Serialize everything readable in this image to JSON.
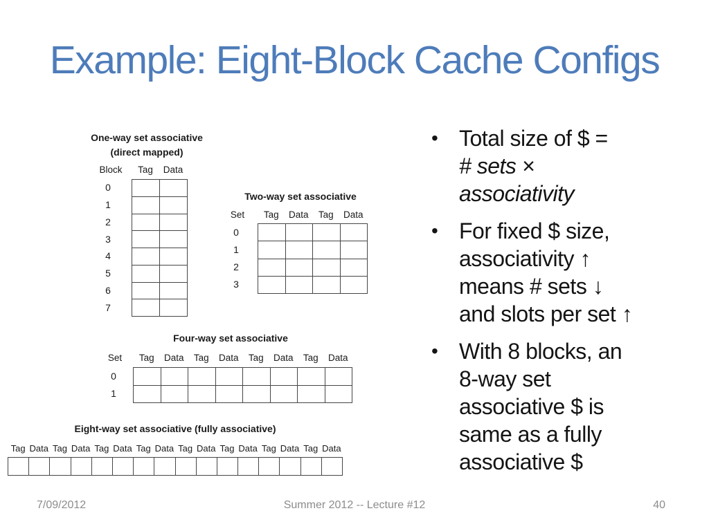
{
  "slide": {
    "title": "Example: Eight-Block Cache Configs",
    "accent_color": "#4E7CBA",
    "background_color": "#FFFFFF",
    "line_color": "#454545",
    "footer_color": "#8C8C8C"
  },
  "figures": [
    {
      "title": "One-way set associative",
      "subtitle": "(direct mapped)",
      "row_header": "Block",
      "col_headers": [
        "Tag",
        "Data"
      ],
      "row_labels": [
        "0",
        "1",
        "2",
        "3",
        "4",
        "5",
        "6",
        "7"
      ],
      "rows": 8,
      "cols": 2
    },
    {
      "title": "Two-way set associative",
      "subtitle": "",
      "row_header": "Set",
      "col_headers": [
        "Tag",
        "Data",
        "Tag",
        "Data"
      ],
      "row_labels": [
        "0",
        "1",
        "2",
        "3"
      ],
      "rows": 4,
      "cols": 4
    },
    {
      "title": "Four-way set associative",
      "subtitle": "",
      "row_header": "Set",
      "col_headers": [
        "Tag",
        "Data",
        "Tag",
        "Data",
        "Tag",
        "Data",
        "Tag",
        "Data"
      ],
      "row_labels": [
        "0",
        "1"
      ],
      "rows": 2,
      "cols": 8
    },
    {
      "title": "Eight-way set associative (fully associative)",
      "subtitle": "",
      "row_header": "",
      "col_headers": [
        "Tag",
        "Data",
        "Tag",
        "Data",
        "Tag",
        "Data",
        "Tag",
        "Data",
        "Tag",
        "Data",
        "Tag",
        "Data",
        "Tag",
        "Data",
        "Tag",
        "Data"
      ],
      "row_labels": [],
      "rows": 1,
      "cols": 16
    }
  ],
  "bullets": [
    {
      "marker": "•",
      "lines": [
        {
          "text": "Total size of $ =",
          "italic": false
        },
        {
          "text": "# sets ×",
          "italic": true
        },
        {
          "text": "associativity",
          "italic": true
        }
      ]
    },
    {
      "marker": "•",
      "lines": [
        {
          "text": "For fixed $ size,",
          "italic": false
        },
        {
          "text": "associativity ↑",
          "italic": false
        },
        {
          "text": "means # sets ↓",
          "italic": false
        },
        {
          "text": "and slots per set ↑",
          "italic": false
        }
      ]
    },
    {
      "marker": "•",
      "lines": [
        {
          "text": "With 8 blocks, an",
          "italic": false
        },
        {
          "text": "8-way set",
          "italic": false
        },
        {
          "text": "associative $ is",
          "italic": false
        },
        {
          "text": "same as a fully",
          "italic": false
        },
        {
          "text": "associative $",
          "italic": false
        }
      ]
    }
  ],
  "footer": {
    "date": "7/09/2012",
    "center": "Summer 2012 -- Lecture #12",
    "page": "40"
  }
}
